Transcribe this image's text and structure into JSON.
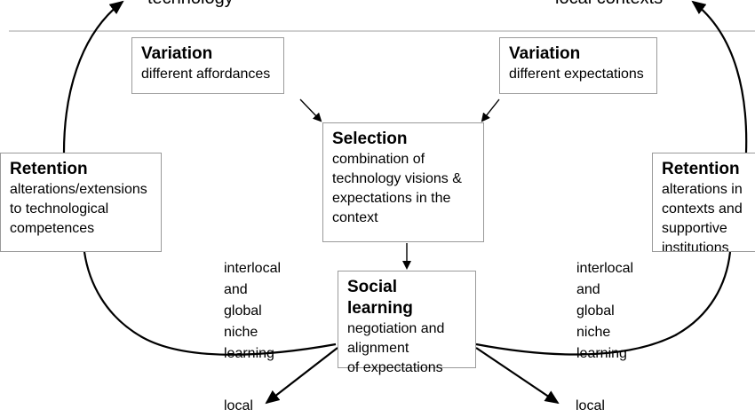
{
  "top_left_text": "technology",
  "top_right_text": "local contexts",
  "boxes": {
    "variation_left": {
      "title": "Variation",
      "body": "different affordances"
    },
    "variation_right": {
      "title": "Variation",
      "body": "different expectations"
    },
    "selection": {
      "title": "Selection",
      "body": "combination of\ntechnology visions &\nexpectations in the\ncontext"
    },
    "retention_left": {
      "title": "Retention",
      "body": "alterations/extensions\nto technological\ncompetences"
    },
    "retention_right": {
      "title": "Retention",
      "body": "alterations in\ncontexts and\nsupportive institutions"
    },
    "social_learning": {
      "title": "Social learning",
      "body": "negotiation and\nalignment\nof expectations"
    }
  },
  "labels": {
    "interlocal_left": "interlocal\nand\nglobal\nniche\nlearning",
    "interlocal_right": "interlocal\nand\nglobal\nniche\nlearning",
    "local_left": "local",
    "local_right": "local"
  },
  "colors": {
    "line": "#000000",
    "box_border": "#9a9a9a",
    "separator": "#a0a0a0"
  }
}
